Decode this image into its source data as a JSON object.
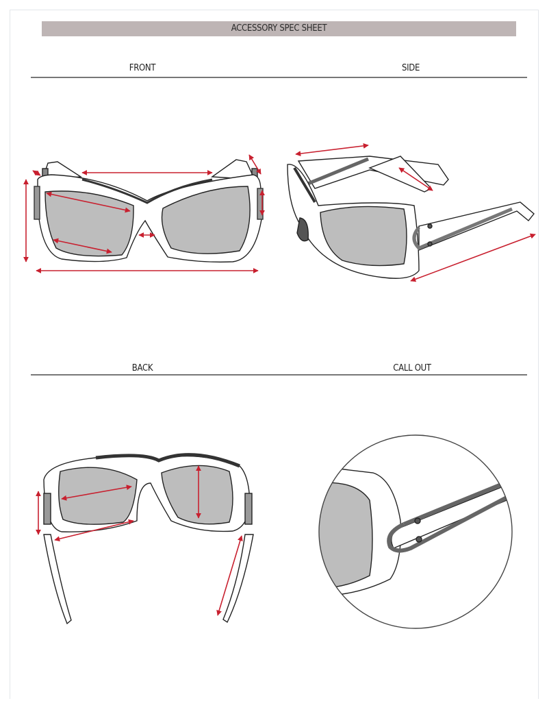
{
  "title": "ACCESSORY SPEC SHEET",
  "views": {
    "front": "FRONT",
    "side": "SIDE",
    "back": "BACK",
    "callout": "CALL OUT"
  },
  "colors": {
    "title_bar": "#beb5b5",
    "dimension_arrow": "#c8202f",
    "lens": "#bdbdbd",
    "rule": "#777777"
  }
}
